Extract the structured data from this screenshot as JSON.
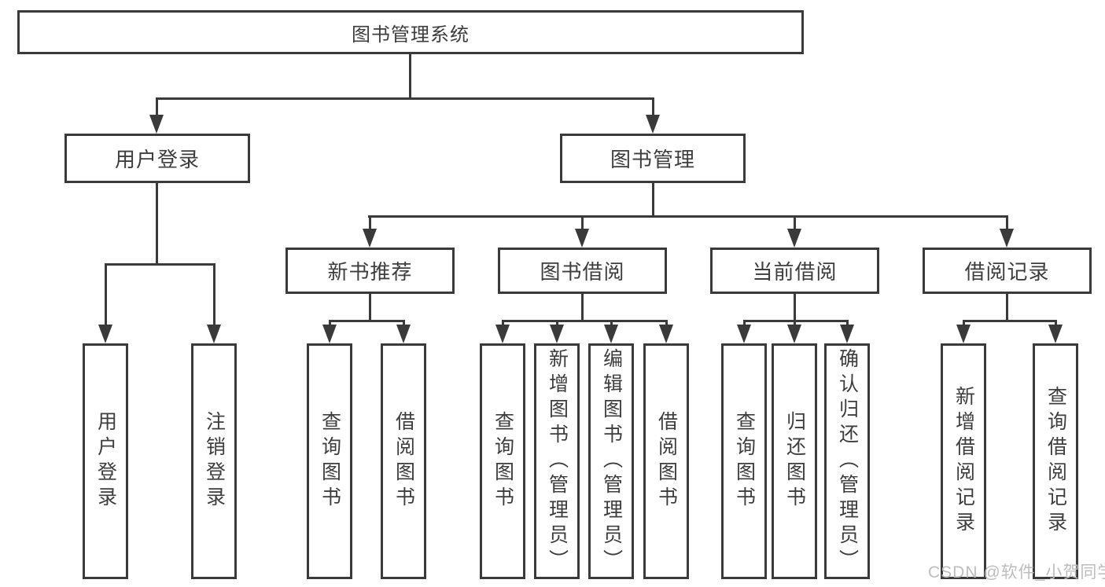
{
  "diagram": {
    "root_label": "图书管理系统",
    "level2": {
      "user_login": "用户登录",
      "book_mgmt": "图书管理"
    },
    "level3": {
      "new_book": "新书推荐",
      "borrow": "图书借阅",
      "current": "当前借阅",
      "records": "借阅记录"
    },
    "leaves": {
      "user_login": [
        "用户登录",
        "注销登录"
      ],
      "new_book": [
        "查询图书",
        "借阅图书"
      ],
      "borrow": [
        "查询图书",
        "新增图书（管理员）",
        "编辑图书（管理员）",
        "借阅图书"
      ],
      "current": [
        "查询图书",
        "归还图书",
        "确认归还（管理员）"
      ],
      "records": [
        "新增借阅记录",
        "查询借阅记录"
      ]
    }
  },
  "watermark": "CSDN @软件_小贺同学",
  "colors": {
    "line": "#3a3a3a",
    "text": "#3d3d3d",
    "watermark": "#bdbdbd",
    "background": "#ffffff"
  }
}
